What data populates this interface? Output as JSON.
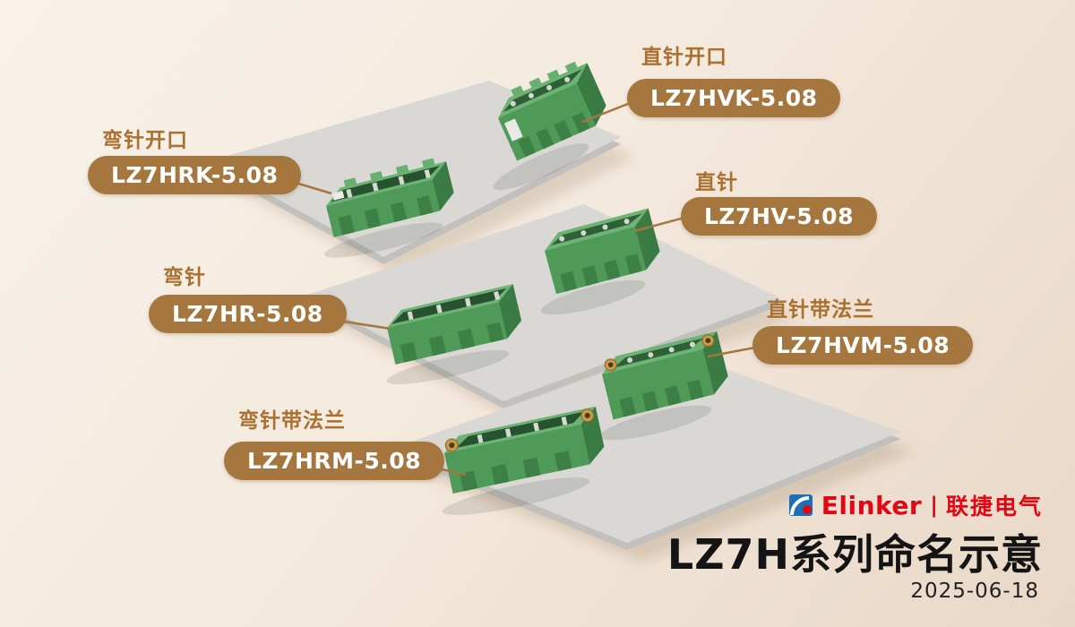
{
  "scene": {
    "labels": [
      {
        "id": "lz7hvk",
        "category": "直针开口",
        "code": "LZ7HVK-5.08"
      },
      {
        "id": "lz7hrk",
        "category": "弯针开口",
        "code": "LZ7HRK-5.08"
      },
      {
        "id": "lz7hv",
        "category": "直针",
        "code": "LZ7HV-5.08"
      },
      {
        "id": "lz7hr",
        "category": "弯针",
        "code": "LZ7HR-5.08"
      },
      {
        "id": "lz7hvm",
        "category": "直针带法兰",
        "code": "LZ7HVM-5.08"
      },
      {
        "id": "lz7hrm",
        "category": "弯针带法兰",
        "code": "LZ7HRM-5.08"
      }
    ]
  },
  "branding": {
    "logo_text": "Elinker",
    "logo_divider": "|",
    "logo_cn": "联捷电气",
    "title": "LZ7H系列命名示意",
    "date": "2025-06-18"
  },
  "colors": {
    "badge_bg": "#a5773f",
    "category_text": "#a9702f",
    "connector_green": "#4f9a58",
    "connector_green_top": "#6db374",
    "connector_green_side": "#3a7a43",
    "board_gray": "#d9d8d5",
    "logo_red": "#e30613",
    "title_black": "#141414",
    "background": "#f1e5d6"
  }
}
